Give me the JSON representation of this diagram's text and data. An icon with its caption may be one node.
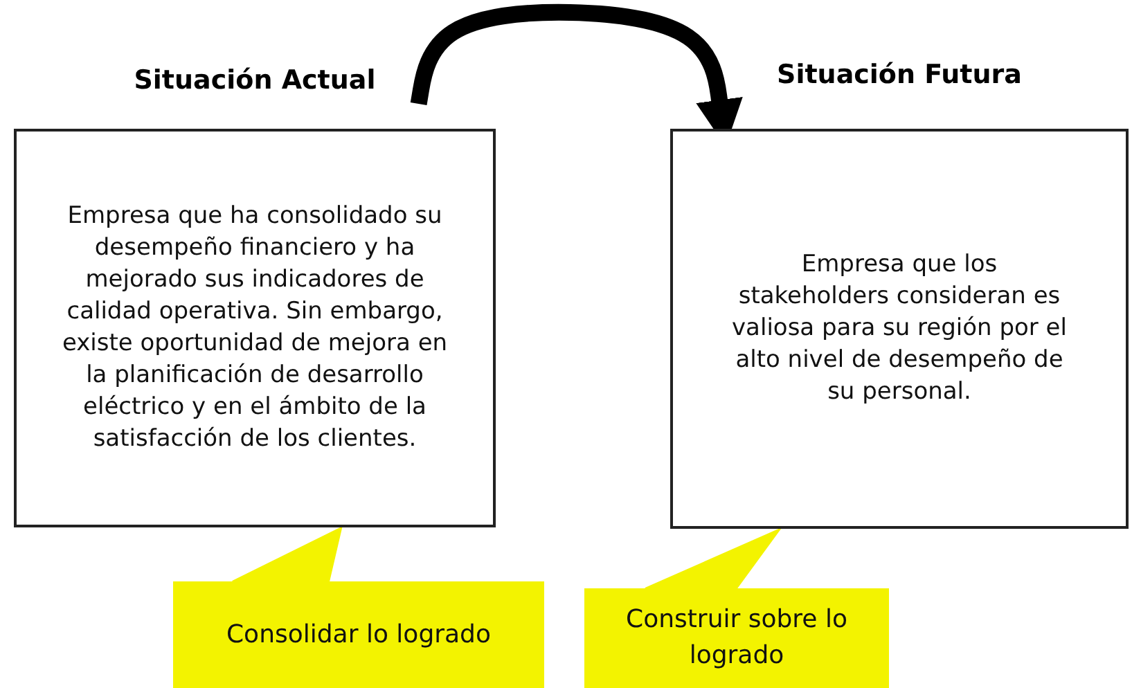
{
  "diagram": {
    "nodes": [
      {
        "text": [
          "Situación Actual",
          "Empresa que ha consolidado su desempeño financiero y ha mejorado sus indicadores de calidad operativa. Sin embargo, existe oportunidad de mejora en la planificación de desarrollo eléctrico y en el ámbito de la satisfacción de los clientes."
        ]
      },
      {
        "text": [
          "Situación Futura",
          "Empresa que los stakeholders consideran es valiosa para su región por el alto nivel de desempeño de su personal."
        ]
      },
      {
        "text": [
          "Consolidar lo logrado"
        ]
      },
      {
        "text": [
          "Construir sobre lo logrado"
        ]
      }
    ],
    "edges": [
      {
        "from": 0,
        "to": 1,
        "arrow": "to"
      },
      {
        "from": 2,
        "to": 0,
        "arrow": "none"
      },
      {
        "from": 3,
        "to": 1,
        "arrow": "none"
      }
    ]
  }
}
